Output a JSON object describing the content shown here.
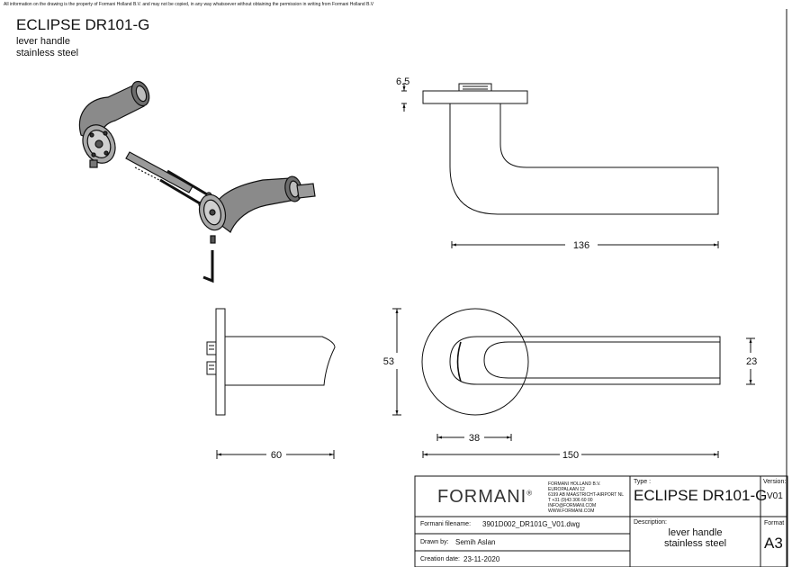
{
  "header": {
    "disclaimer": "All information on the drawing is the property of Formani Holland B.V. and may not be copied, in any way whatsoever without obtaining the permission in writing from Formani Holland B.V",
    "title": "ECLIPSE DR101-G",
    "subtitle_line1": "lever handle",
    "subtitle_line2": "stainless steel"
  },
  "dimensions": {
    "top_thickness": "6.5",
    "top_length": "136",
    "side_depth": "60",
    "front_diameter": "53",
    "front_height": "23",
    "front_offset": "38",
    "front_length": "150"
  },
  "title_block": {
    "logo_text": "FORMANI",
    "logo_mark": "®",
    "company_lines": [
      "FORMANI HOLLAND B.V.",
      "EUROPALAAN 12",
      "6199 AB MAASTRICHT-AIRPORT NL",
      "T +31 (0)43 306 60 00",
      "INFO@FORMANI.COM",
      "WWW.FORMANI.COM"
    ],
    "type_label": "Type :",
    "type_value": "ECLIPSE DR101-G",
    "version_label": "Version:",
    "version_value": "V01",
    "filename_label": "Formani filename:",
    "filename_value": "3901D002_DR101G_V01.dwg",
    "description_label": "Description:",
    "description_line1": "lever handle",
    "description_line2": "stainless steel",
    "format_label": "Format",
    "format_value": "A3",
    "drawn_by_label": "Drawn by:",
    "drawn_by_value": "Semih Aslan",
    "creation_date_label": "Creation date:",
    "creation_date_value": "23-11-2020"
  }
}
